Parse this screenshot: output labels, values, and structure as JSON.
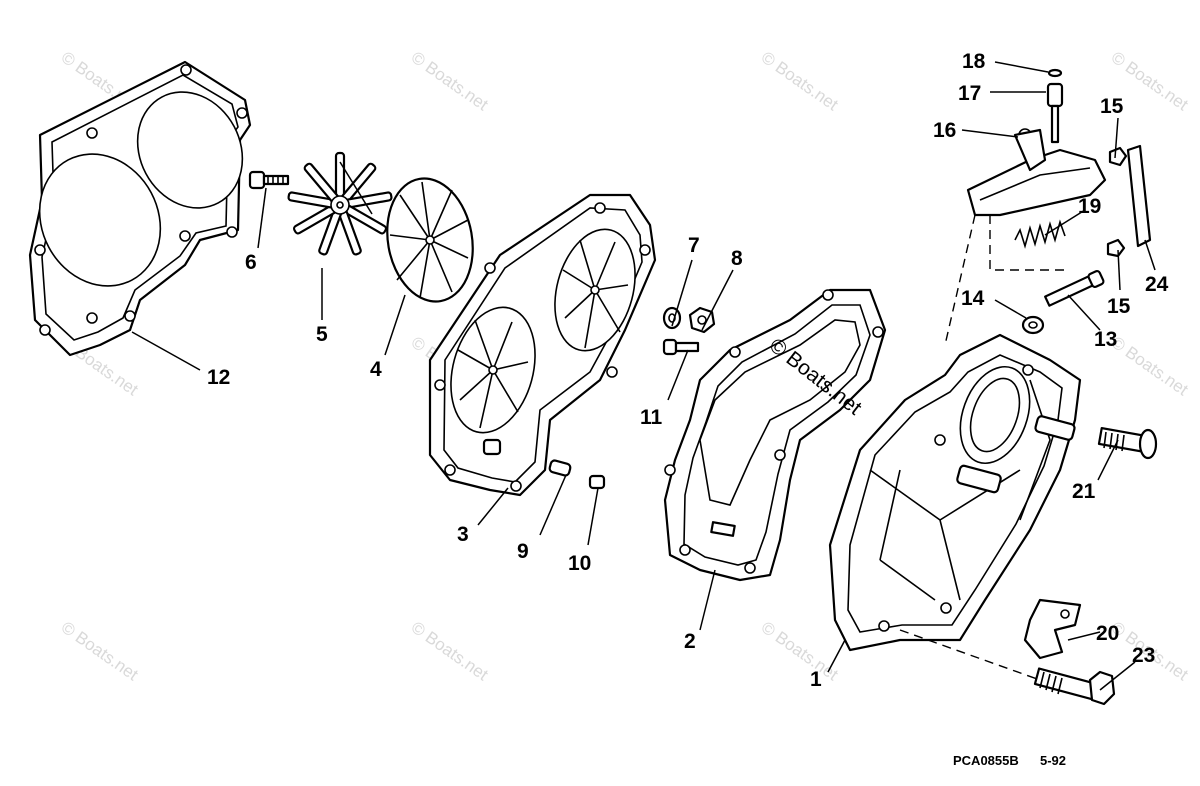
{
  "watermark": {
    "text": "© Boats.net"
  },
  "callouts": {
    "c1": "1",
    "c2": "2",
    "c3": "3",
    "c4": "4",
    "c5": "5",
    "c6": "6",
    "c7": "7",
    "c8": "8",
    "c9": "9",
    "c10": "10",
    "c11": "11",
    "c12": "12",
    "c13": "13",
    "c14": "14",
    "c15a": "15",
    "c15b": "15",
    "c16": "16",
    "c17": "17",
    "c18": "18",
    "c19": "19",
    "c20": "20",
    "c21": "21",
    "c23": "23",
    "c24": "24"
  },
  "footer": {
    "code": "PCA0855B",
    "date": "5-92"
  }
}
